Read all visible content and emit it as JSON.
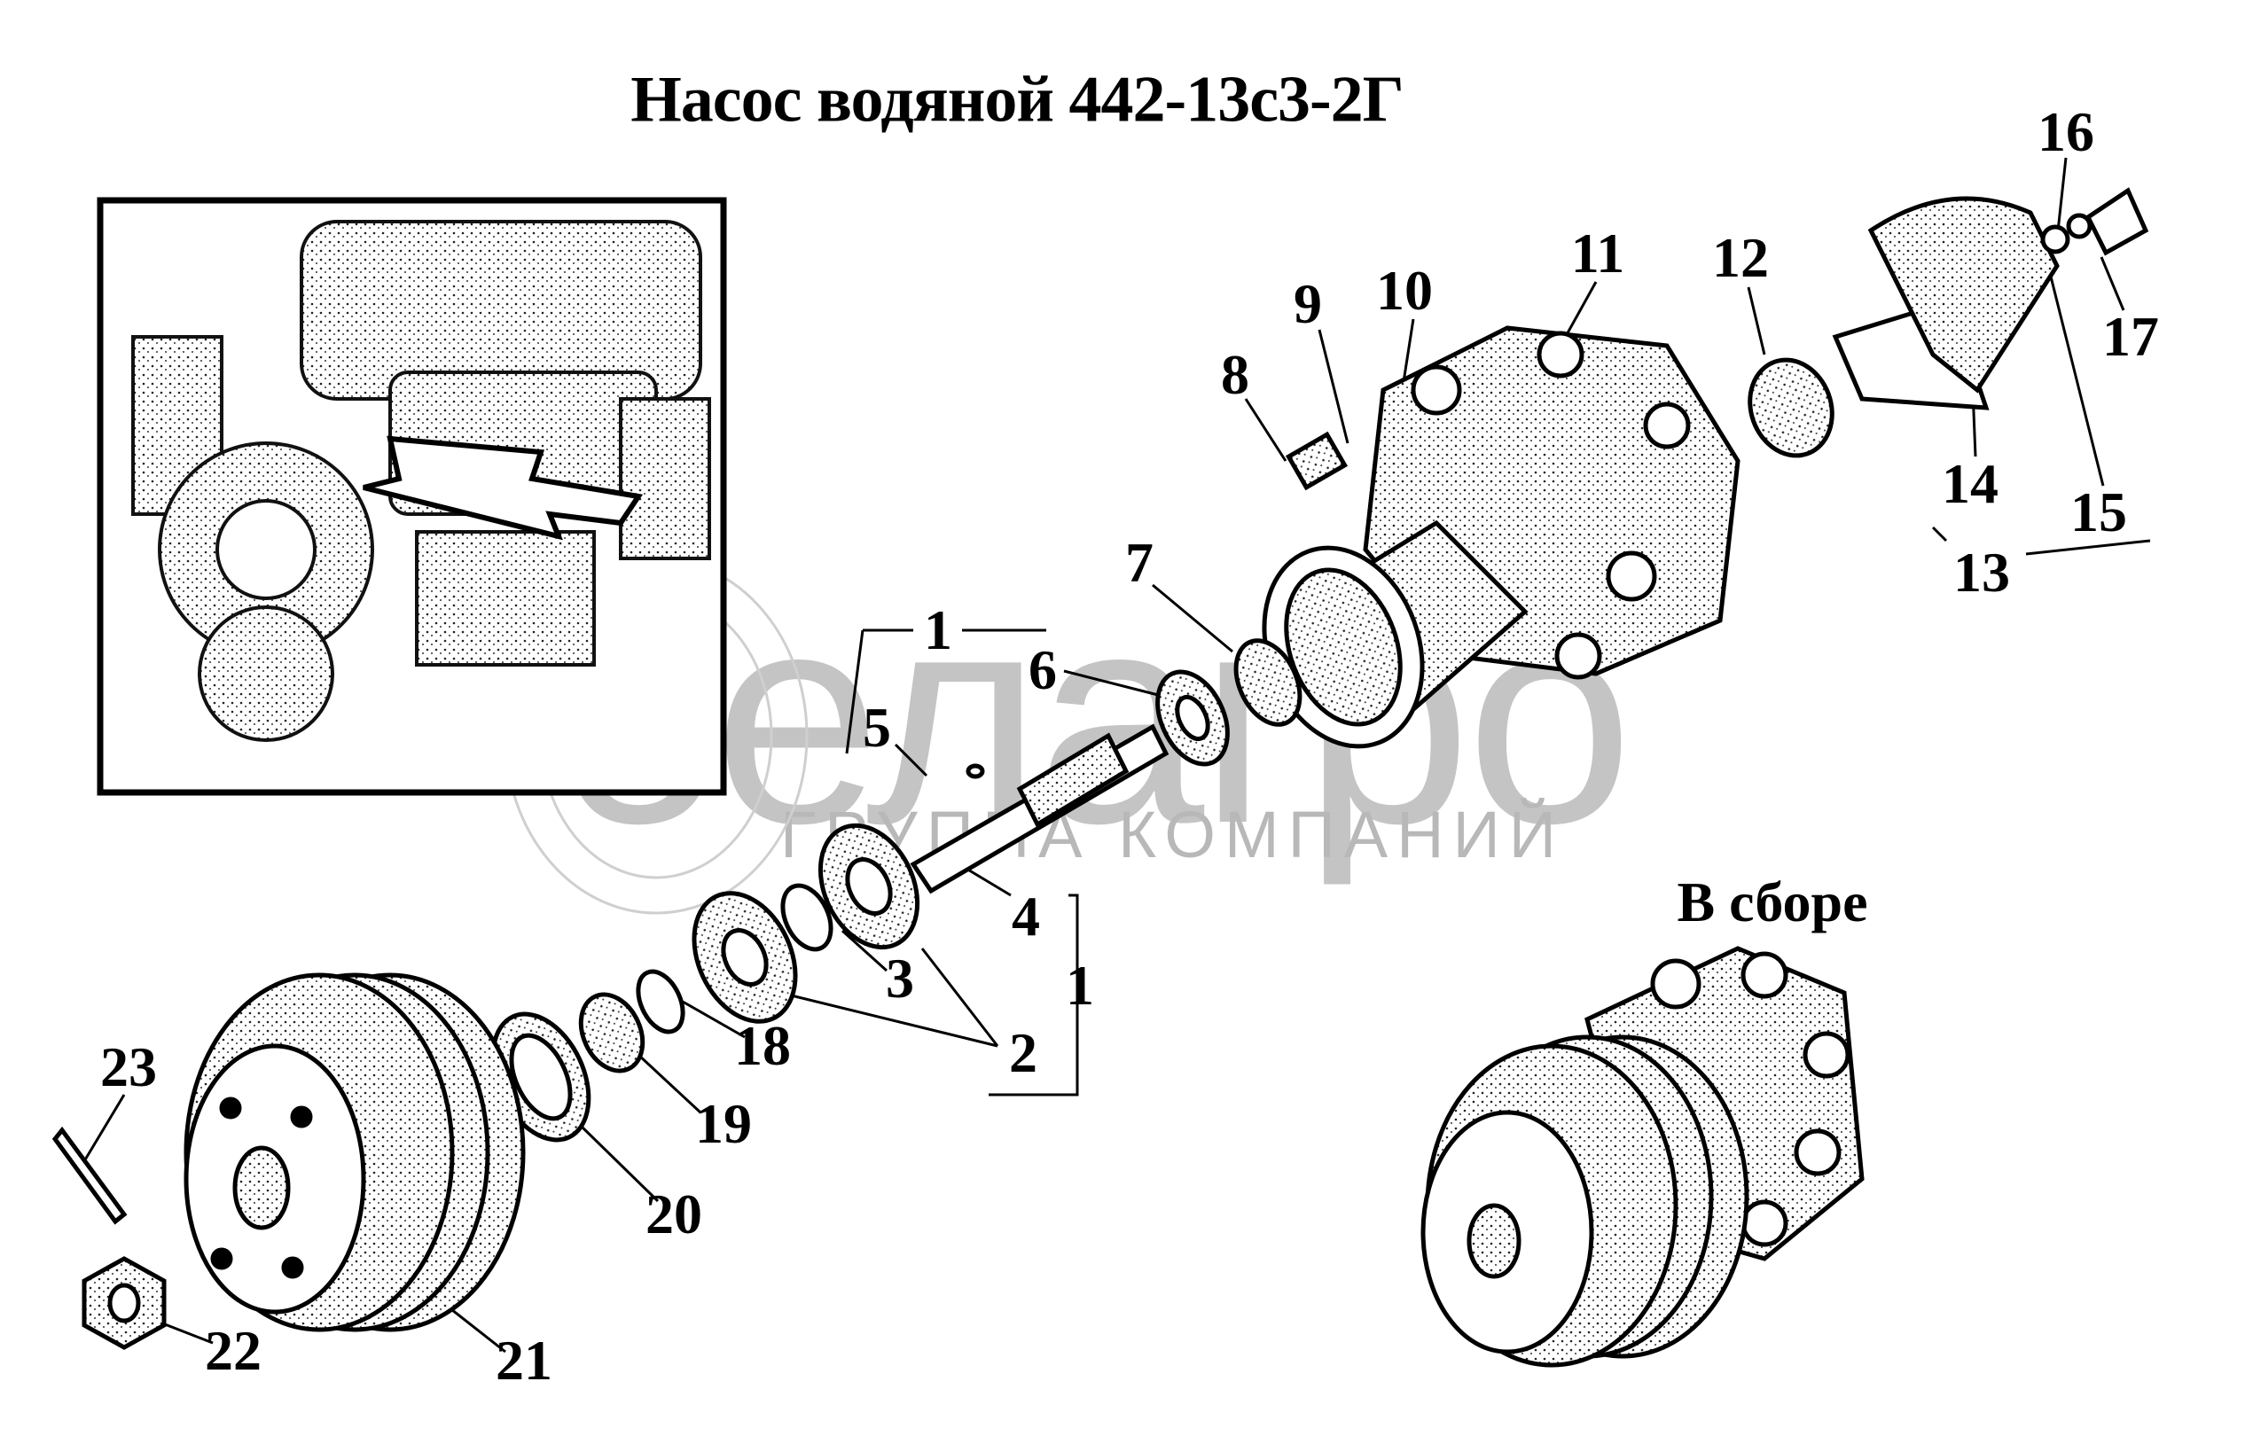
{
  "title": "Насос водяной 442-13с3-2Г",
  "assembled_label": "В сборе",
  "watermark": {
    "brand": "белагро",
    "subtitle": "ГРУППА КОМПАНИЙ"
  },
  "callouts": {
    "c1a": "1",
    "c1b": "1",
    "c2": "2",
    "c3": "3",
    "c4": "4",
    "c5": "5",
    "c6": "6",
    "c7": "7",
    "c8": "8",
    "c9": "9",
    "c10": "10",
    "c11": "11",
    "c12": "12",
    "c13": "13",
    "c14": "14",
    "c15": "15",
    "c16": "16",
    "c17": "17",
    "c18": "18",
    "c19": "19",
    "c20": "20",
    "c21": "21",
    "c22": "22",
    "c23": "23"
  }
}
